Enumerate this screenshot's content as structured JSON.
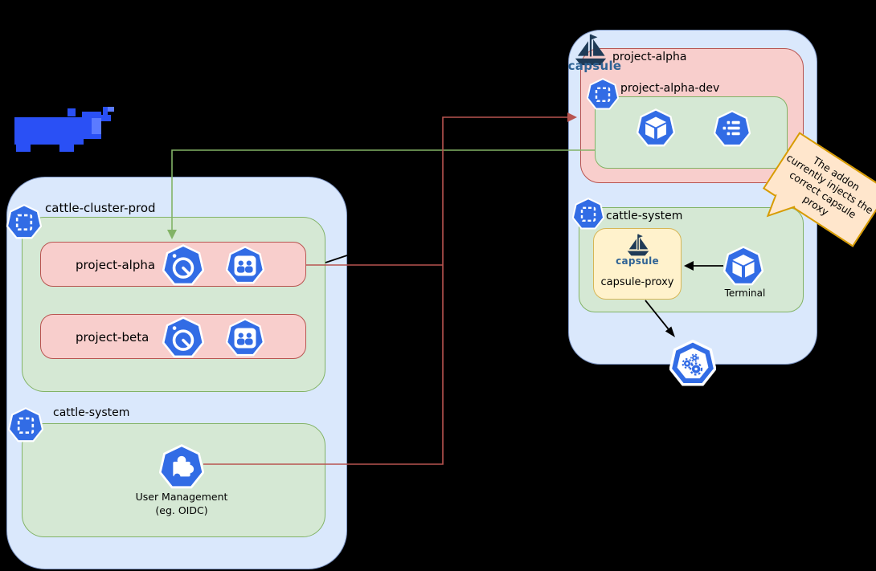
{
  "colors": {
    "cluster_fill": "#dae8fc",
    "cluster_border": "#7e96c4",
    "green_fill": "#d5e8d4",
    "green_border": "#82b366",
    "red_fill": "#f8cecc",
    "red_border": "#b85450",
    "yellow_fill": "#fff2cc",
    "yellow_border": "#d6b656",
    "callout_fill": "#ffe6cc",
    "callout_border": "#d79b00",
    "k8s_blue": "#326ce5",
    "capsule_navy": "#1f3b57",
    "capsule_text": "#2f6395",
    "rancher_blue": "#2a50f5",
    "rancher_blue_light": "#5b7bff",
    "line_green": "#82b366",
    "line_red": "#b85450"
  },
  "left_cluster": {
    "name": "cattle-cluster-prod",
    "projects": [
      {
        "label": "project-alpha"
      },
      {
        "label": "project-beta"
      }
    ],
    "system_namespace": {
      "label": "cattle-system",
      "component": {
        "line1": "User Management",
        "line2": "(eg. OIDC)"
      }
    }
  },
  "right_cluster": {
    "wordmark": "capsule",
    "project": {
      "label": "project-alpha",
      "namespace": {
        "label": "project-alpha-dev"
      }
    },
    "system_namespace": {
      "label": "cattle-system",
      "proxy": {
        "wordmark": "capsule",
        "label": "capsule-proxy"
      },
      "terminal": {
        "label": "Terminal"
      }
    }
  },
  "callout": {
    "text": "The addon currently injects the correct capsule proxy"
  },
  "icons": {
    "namespace": "namespace-icon (heptagon with dashed square)",
    "pod": "pod-icon (heptagon with cube)",
    "quota": "quota-icon (heptagon with list)",
    "limits": "limits-gauge-icon (heptagon with speedometer)",
    "users": "users-group-icon (heptagon with two people)",
    "plugin": "plugin-puzzle-icon (heptagon with puzzle piece)",
    "control_plane": "kubernetes-control-plane-icon (heptagon with gears)",
    "rancher": "rancher-cow-logo",
    "capsule": "capsule-sailboat-logo"
  }
}
